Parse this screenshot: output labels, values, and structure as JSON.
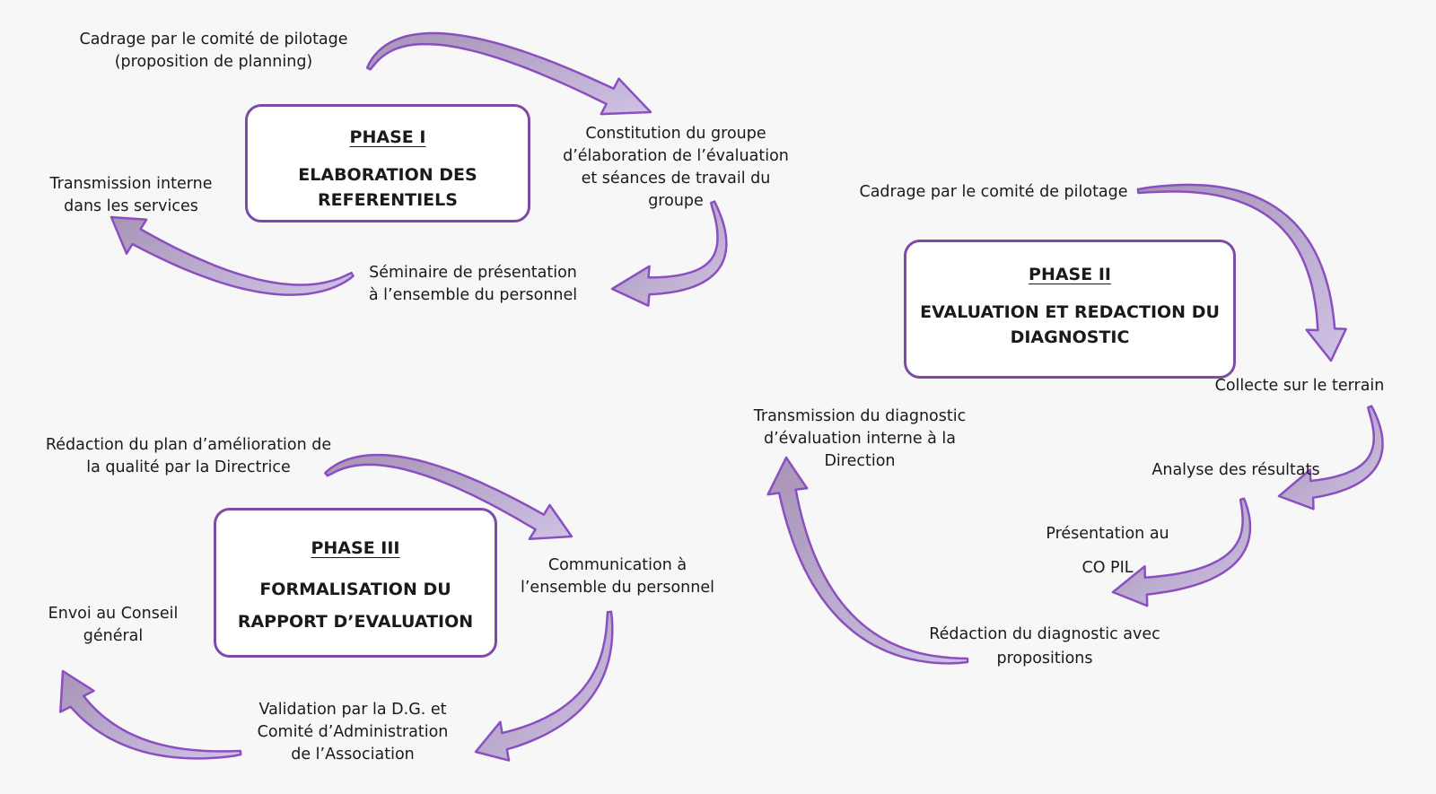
{
  "colors": {
    "box_border": "#7e4aa8",
    "arrow_fill_light": "#c7b8df",
    "arrow_fill_dark": "#a793b6",
    "arrow_stroke": "#8a4fc0",
    "background": "#f7f7f8"
  },
  "phase1": {
    "title": "PHASE I",
    "subtitle_lines": [
      "ELABORATION DES",
      "REFERENTIELS"
    ],
    "steps": [
      {
        "lines": [
          "Cadrage par le comité de pilotage",
          "(proposition de planning)"
        ]
      },
      {
        "lines": [
          "Constitution du groupe",
          "d’élaboration de l’évaluation",
          "et séances de travail du",
          "groupe"
        ]
      },
      {
        "lines": [
          "Séminaire de présentation",
          "à l’ensemble du personnel"
        ]
      },
      {
        "lines": [
          "Transmission interne",
          "dans les services"
        ]
      }
    ]
  },
  "phase2": {
    "title": "PHASE II",
    "subtitle_lines": [
      "EVALUATION ET REDACTION DU",
      "DIAGNOSTIC"
    ],
    "steps": [
      {
        "lines": [
          "Cadrage par le comité de pilotage"
        ]
      },
      {
        "lines": [
          "Collecte sur le terrain"
        ]
      },
      {
        "lines": [
          "Analyse des résultats"
        ]
      },
      {
        "lines": [
          "Présentation au",
          "CO PIL"
        ]
      },
      {
        "lines": [
          "Rédaction du diagnostic avec",
          "propositions"
        ]
      },
      {
        "lines": [
          "Transmission du diagnostic",
          "d’évaluation interne à la",
          "Direction"
        ]
      }
    ]
  },
  "phase3": {
    "title": "PHASE III",
    "subtitle_lines": [
      "FORMALISATION DU",
      "RAPPORT D’EVALUATION"
    ],
    "steps": [
      {
        "lines": [
          "Rédaction du plan d’amélioration de",
          "la qualité par la Directrice"
        ]
      },
      {
        "lines": [
          "Communication à",
          "l’ensemble du personnel"
        ]
      },
      {
        "lines": [
          "Validation par la D.G. et",
          "Comité d’Administration",
          "de l’Association"
        ]
      },
      {
        "lines": [
          "Envoi au Conseil",
          "général"
        ]
      }
    ]
  }
}
